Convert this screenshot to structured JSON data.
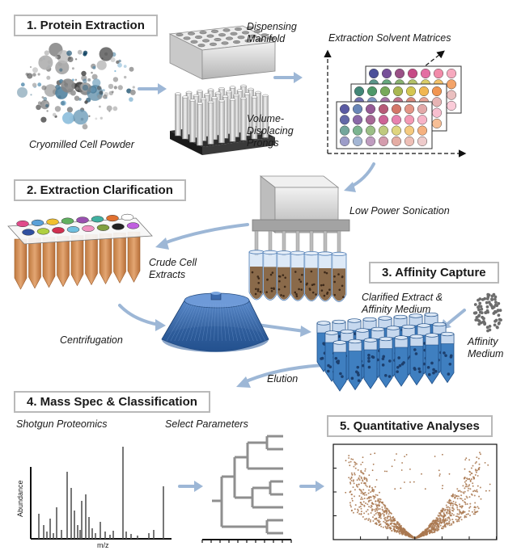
{
  "steps": {
    "s1": "1. Protein Extraction",
    "s2": "2. Extraction Clarification",
    "s3": "3. Affinity Capture",
    "s4": "4. Mass Spec & Classification",
    "s5": "5. Quantitative Analyses"
  },
  "labels": {
    "cell_powder": "Cryomilled Cell Powder",
    "dispensing_1": "Dispensing",
    "dispensing_2": "Manifold",
    "prongs_1": "Volume-",
    "prongs_2": "Displacing",
    "prongs_3": "Prongs",
    "solvent_matrices": "Extraction Solvent Matrices",
    "sonication": "Low Power Sonication",
    "crude_1": "Crude Cell",
    "crude_2": "Extracts",
    "centrifugation": "Centrifugation",
    "clarified_1": "Clarified Extract &",
    "clarified_2": "Affinity Medium",
    "affinity_1": "Affinity",
    "affinity_2": "Medium",
    "elution": "Elution",
    "shotgun": "Shotgun Proteomics",
    "select_params": "Select Parameters"
  },
  "axes": {
    "abundance": "Abundance",
    "mz": "m/z"
  },
  "colors": {
    "arrow": "#9db7d6",
    "box_border": "#b9b9b9",
    "extract": "#d08a52",
    "tube_blue": "#3f7fc0",
    "centrifuge": "#2e5f9e",
    "volcano": "#a97850"
  }
}
